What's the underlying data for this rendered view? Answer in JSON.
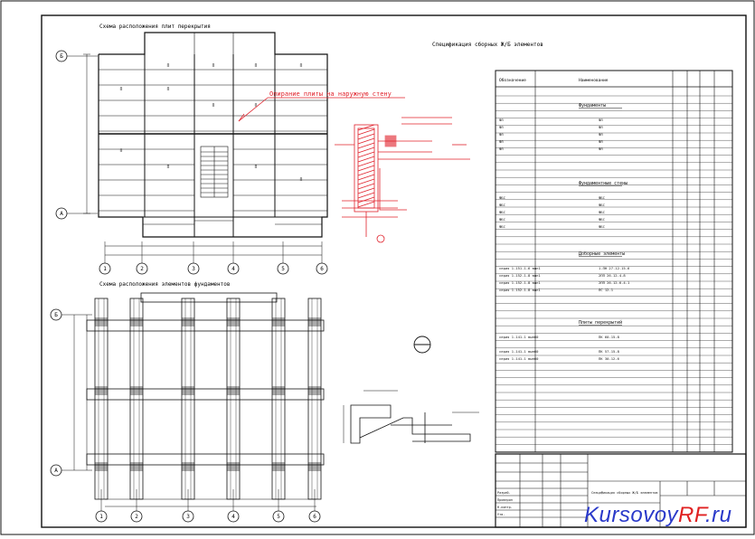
{
  "plan_top": {
    "title": "Схема расположения плит перекрытия",
    "axes": [
      "1",
      "2",
      "3",
      "4",
      "5",
      "6"
    ],
    "row_axes": [
      "Б",
      "А"
    ],
    "slab_marks": [
      "П",
      "П",
      "П",
      "П",
      "П",
      "П",
      "П",
      "П",
      "П",
      "П",
      "П",
      "П"
    ]
  },
  "note_red": "Опирание плиты на наружную стену",
  "spec": {
    "title": "Спецификация сборных Ж/Б элементов",
    "head": {
      "pos": "Обозначение",
      "name": "Наименование"
    },
    "sections": [
      "Фундаменты",
      "Фундаментные стены",
      "Доборные элементы",
      "Плиты перекрытий"
    ],
    "rows": [
      {
        "pos": "ФЛ",
        "name": "ФЛ"
      },
      {
        "pos": "ФЛ",
        "name": "ФЛ"
      },
      {
        "pos": "ФЛ",
        "name": "ФЛ"
      },
      {
        "pos": "ФЛ",
        "name": "ФЛ"
      },
      {
        "pos": "ФЛ",
        "name": "ФЛ"
      },
      {
        "pos": "ФБС",
        "name": "ФБС"
      },
      {
        "pos": "ФБС",
        "name": "ФБС"
      },
      {
        "pos": "ФБС",
        "name": "ФБС"
      },
      {
        "pos": "ФБС",
        "name": "ФБС"
      },
      {
        "pos": "ФБС",
        "name": "ФБС"
      },
      {
        "pos": "серия 1.151.1-6 вып1",
        "name": "1.ПН 27.12.15-6"
      },
      {
        "pos": "серия 1.152.1-8 вып1",
        "name": "2ПП 26.12.4-8"
      },
      {
        "pos": "серия 1.152.1-8 вып1",
        "name": "2ПП 26.12.6-4-1"
      },
      {
        "pos": "серия 1.152.1-8 вып1",
        "name": "ЛС 12-1"
      },
      {
        "pos": "серия 1.141-1 вып60",
        "name": "ПК 60.15-8"
      },
      {
        "pos": "серия 1.141-1 вып60",
        "name": "ПК 57.15-8"
      },
      {
        "pos": "серия 1.141-1 вып60",
        "name": "ПК 30.12-6"
      }
    ]
  },
  "plan_bottom": {
    "title": "Схема расположения элементов фундаментов",
    "axes": [
      "1",
      "2",
      "3",
      "4",
      "5",
      "6"
    ],
    "row_axes": [
      "Б",
      "А"
    ]
  },
  "stamp": {
    "rows": [
      "Разраб.",
      "Проверил",
      "Н.контр.",
      "Утв."
    ],
    "title_text": "Спецификация сборных Ж/Б элементов"
  },
  "watermark": {
    "part1": "Kursovoy",
    "part2": "RF",
    "part3": ".ru"
  },
  "colors": {
    "red": "#e0202a",
    "blue": "#2a39c9",
    "ink": "#111111"
  }
}
